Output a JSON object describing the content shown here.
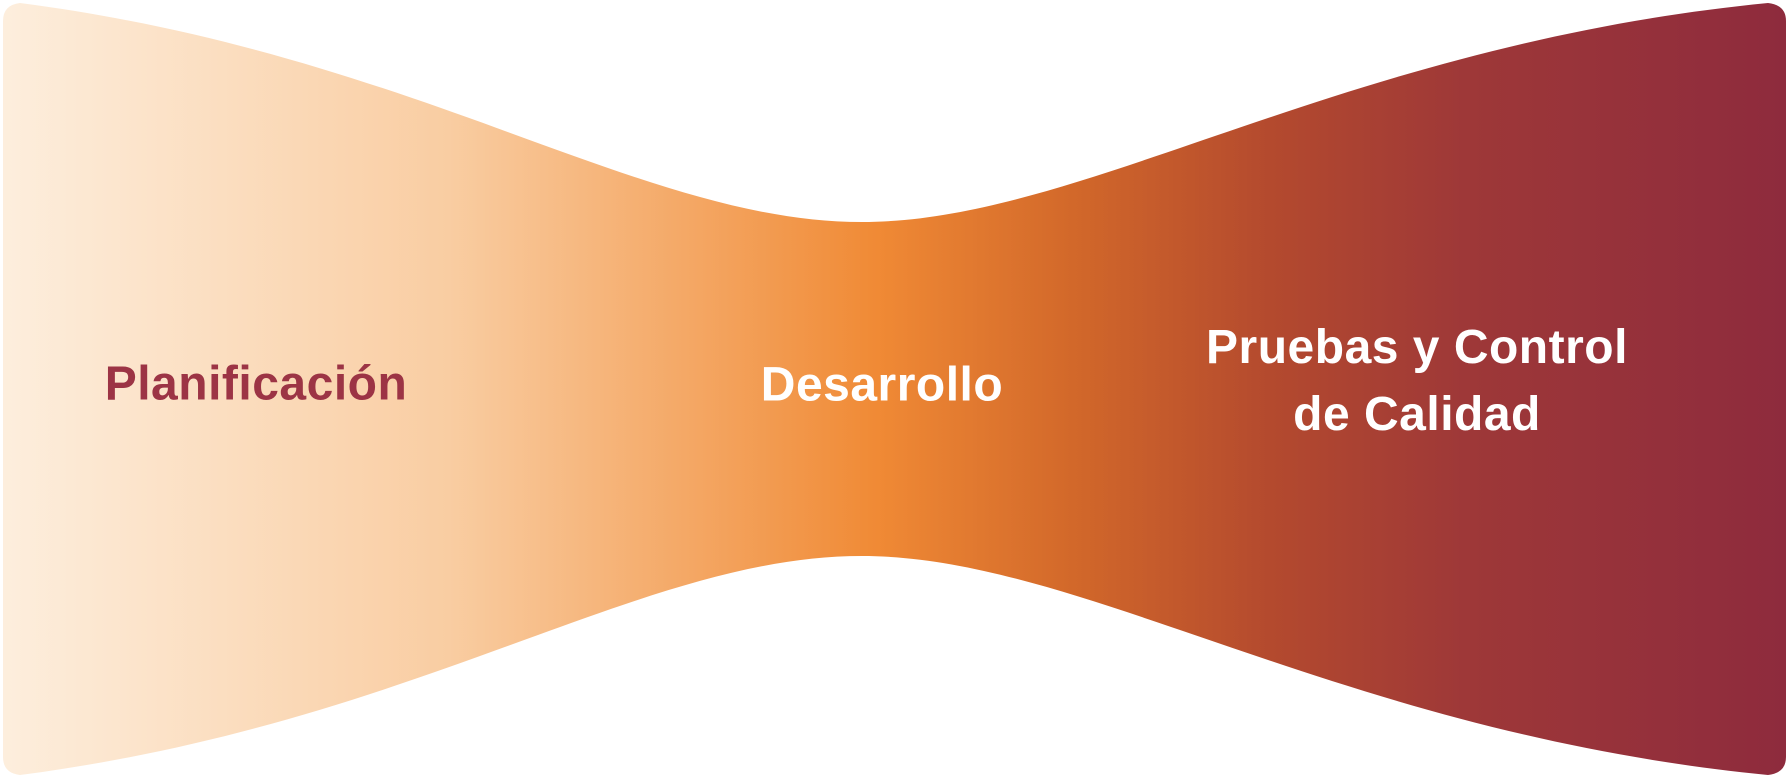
{
  "diagram": {
    "type": "hourglass-flow",
    "stages": [
      {
        "label": "Planificación",
        "text_color": "#9c3445"
      },
      {
        "label": "Desarrollo",
        "text_color": "#ffffff"
      },
      {
        "label": "Pruebas y Control de Calidad",
        "text_color": "#ffffff"
      }
    ]
  },
  "colors": {
    "background": "#ffffff",
    "gradient_stops": [
      "#fdeedd",
      "#f9cda2",
      "#f08a35",
      "#d2682a",
      "#b44a2e",
      "#9e3838",
      "#8e2b3d"
    ]
  }
}
